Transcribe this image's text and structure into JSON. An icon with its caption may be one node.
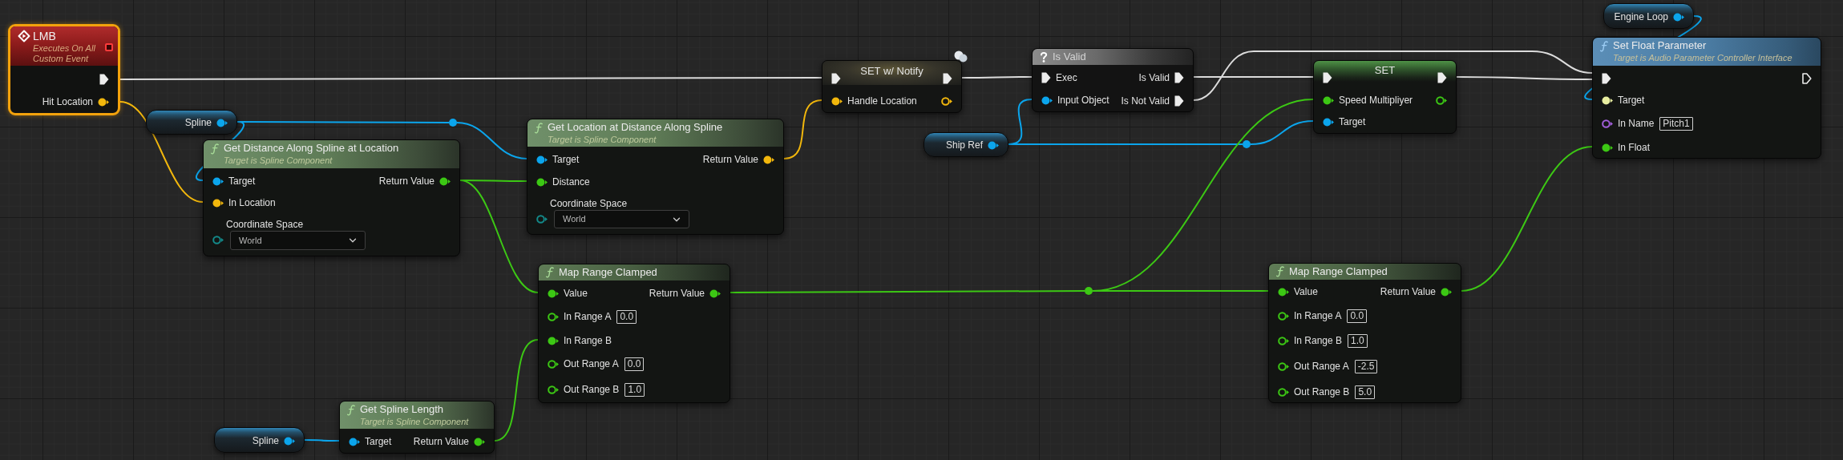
{
  "diagram": {
    "nodes": [
      {
        "text": [
          "LMB",
          "Executes On All Custom Event",
          "Hit Location"
        ]
      },
      {
        "text": [
          "Spline"
        ]
      },
      {
        "text": [],
        "shape": "circle"
      },
      {
        "text": [
          "Get Distance Along Spline at Location",
          "Target is Spline Component",
          "Target",
          "Return Value",
          "In Location",
          "Coordinate Space",
          "World"
        ]
      },
      {
        "text": [
          "Get Location at Distance Along Spline",
          "Target is Spline Component",
          "Target",
          "Return Value",
          "Distance",
          "Coordinate Space",
          "World"
        ]
      },
      {
        "text": [
          "SET w/ Notify",
          "Handle Location"
        ]
      },
      {
        "text": [
          "Is Valid",
          "Exec",
          "Is Valid",
          "Input Object",
          "Is Not Valid"
        ]
      },
      {
        "text": [
          "Ship Ref"
        ]
      },
      {
        "text": [
          "SET",
          "Speed Multipliyer",
          "Target"
        ]
      },
      {
        "text": [],
        "shape": "circle"
      },
      {
        "text": [
          "Engine Loop"
        ]
      },
      {
        "text": [
          "Set Float Parameter",
          "Target is Audio Parameter Controller Interface",
          "Target",
          "In Name",
          "Pitch1",
          "In Float"
        ]
      },
      {
        "text": [
          "Map Range Clamped",
          "Value",
          "Return Value",
          "In Range A",
          "0.0",
          "In Range B",
          "Out Range A",
          "0.0",
          "Out Range B",
          "1.0"
        ]
      },
      {
        "text": [],
        "shape": "circle"
      },
      {
        "text": [
          "Map Range Clamped",
          "Value",
          "Return Value",
          "In Range A",
          "0.0",
          "In Range B",
          "1.0",
          "Out Range A",
          "-2.5",
          "Out Range B",
          "5.0"
        ]
      },
      {
        "text": [
          "Spline"
        ]
      },
      {
        "text": [
          "Get Spline Length",
          "Target is Spline Component",
          "Target",
          "Return Value"
        ]
      }
    ],
    "edges": [
      {
        "from": 0,
        "to": 5,
        "arrow": "none",
        "color": "#dcdcdc"
      },
      {
        "from": 0,
        "to": 3,
        "arrow": "none",
        "color": "#f2b70c"
      },
      {
        "from": 1,
        "to": 2,
        "arrow": "none"
      },
      {
        "from": 2,
        "to": 4,
        "arrow": "none"
      },
      {
        "from": 1,
        "to": 3,
        "arrow": "none"
      },
      {
        "from": 3,
        "to": 4,
        "arrow": "none",
        "color": "#3cc814"
      },
      {
        "from": 3,
        "to": 12,
        "arrow": "none",
        "color": "#3cc814"
      },
      {
        "from": 4,
        "to": 5,
        "arrow": "none",
        "color": "#f2b70c"
      },
      {
        "from": 5,
        "to": 6,
        "arrow": "none",
        "color": "#dcdcdc"
      },
      {
        "from": 6,
        "to": 8,
        "arrow": "none",
        "color": "#dcdcdc"
      },
      {
        "from": 6,
        "to": 11,
        "arrow": "none",
        "color": "#dcdcdc"
      },
      {
        "from": 7,
        "to": 6,
        "arrow": "none"
      },
      {
        "from": 7,
        "to": 9,
        "arrow": "none"
      },
      {
        "from": 9,
        "to": 8,
        "arrow": "none"
      },
      {
        "from": 8,
        "to": 11,
        "arrow": "none",
        "color": "#dcdcdc"
      },
      {
        "from": 10,
        "to": 11,
        "arrow": "none"
      },
      {
        "from": 16,
        "to": 12,
        "arrow": "none",
        "color": "#3cc814"
      },
      {
        "from": 12,
        "to": 13,
        "arrow": "none",
        "color": "#3cc814"
      },
      {
        "from": 13,
        "to": 8,
        "arrow": "none",
        "color": "#3cc814"
      },
      {
        "from": 13,
        "to": 14,
        "arrow": "none",
        "color": "#3cc814"
      },
      {
        "from": 14,
        "to": 11,
        "arrow": "none",
        "color": "#3cc814"
      },
      {
        "from": 15,
        "to": 16,
        "arrow": "none"
      }
    ]
  }
}
